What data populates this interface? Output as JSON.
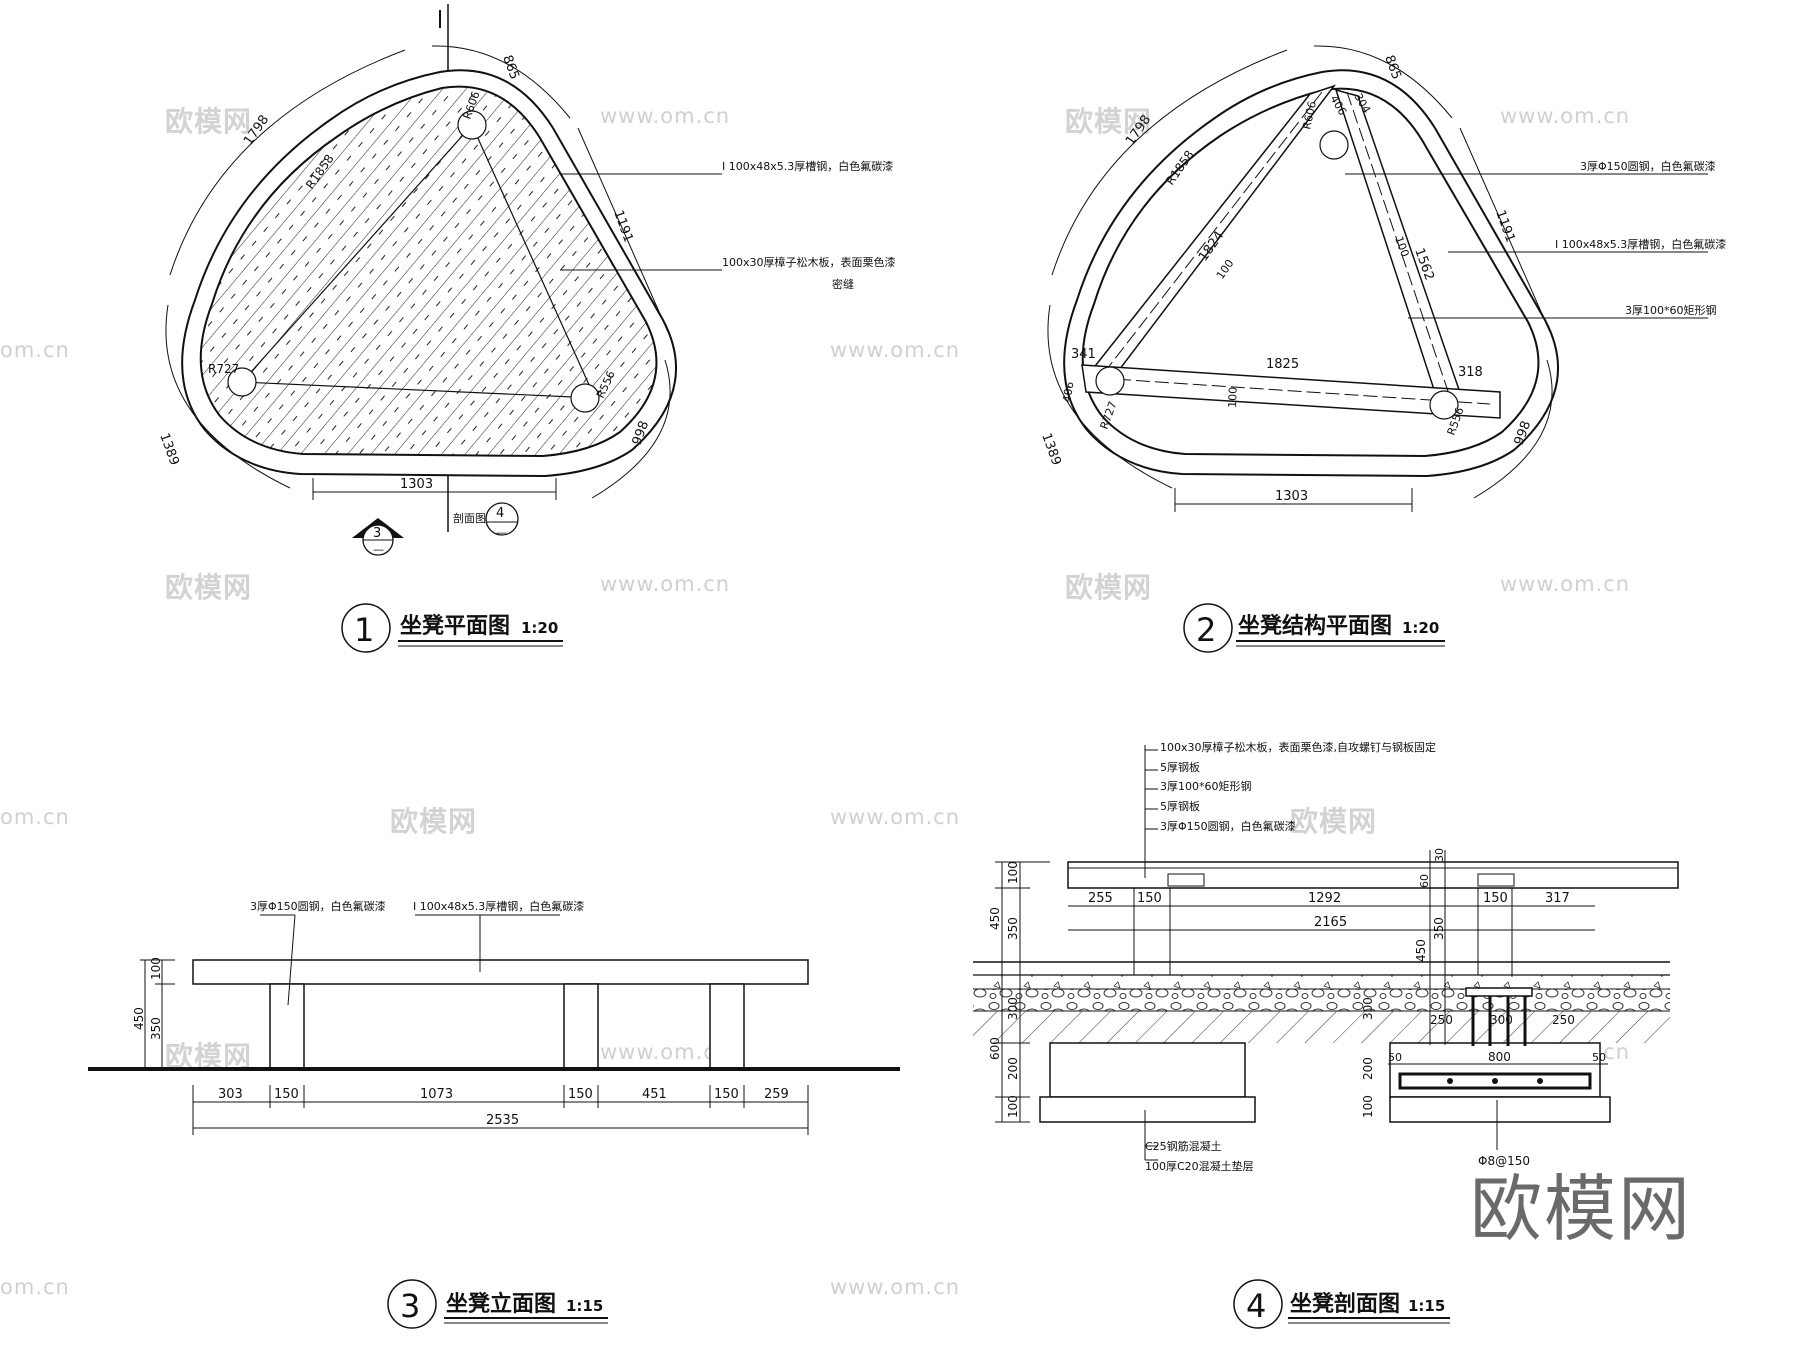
{
  "watermark": {
    "site": "www.om.cn",
    "site_cut": "om.cn",
    "brand": "欧模网"
  },
  "plan": {
    "title": "坐凳平面图",
    "scale": "1:20",
    "num": "1",
    "dims": {
      "arc_left_top": "1798",
      "arc_top": "865",
      "radius_big": "R1858",
      "radius_top": "R606",
      "side_right": "1191",
      "radius_left": "R727",
      "radius_right": "R556",
      "arc_left_bottom": "1389",
      "arc_right_bottom": "998",
      "bottom": "1303"
    },
    "notes": [
      "I 100x48x5.3厚槽钢，白色氟碳漆",
      "100x30厚樟子松木板，表面栗色漆",
      "密缝"
    ],
    "section_ref": {
      "label": "剖面图",
      "num": "4",
      "sheet": "—"
    },
    "elev_ref": {
      "num": "3",
      "sheet": "—"
    }
  },
  "struct": {
    "title": "坐凳结构平面图",
    "scale": "1:20",
    "num": "2",
    "dims": {
      "arc_left_top": "1798",
      "arc_top": "865",
      "radius_top": "R606",
      "dim_top_a": "406",
      "dim_top_b": "304",
      "radius_big": "R1858",
      "left_member": "1824",
      "left_width": "100",
      "right_width": "100",
      "right_member": "1562",
      "side_right": "1191",
      "d341": "341",
      "bottom_member": "1825",
      "d318": "318",
      "d406": "406",
      "bottom_width": "100",
      "radius_left": "R727",
      "radius_right": "R556",
      "arc_left_bottom": "1389",
      "arc_right_bottom": "998",
      "bottom": "1303"
    },
    "notes": [
      "3厚Φ150圆钢，白色氟碳漆",
      "I 100x48x5.3厚槽钢，白色氟碳漆",
      "3厚100*60矩形钢"
    ]
  },
  "elev": {
    "title": "坐凳立面图",
    "scale": "1:15",
    "num": "3",
    "notes": [
      "3厚Φ150圆钢，白色氟碳漆",
      "I 100x48x5.3厚槽钢，白色氟碳漆"
    ],
    "vdims": {
      "h100": "100",
      "h350": "350",
      "h450": "450"
    },
    "hdims": [
      "303",
      "150",
      "1073",
      "150",
      "451",
      "150",
      "259"
    ],
    "total": "2535"
  },
  "sect": {
    "title": "坐凳剖面图",
    "scale": "1:15",
    "num": "4",
    "notes": [
      "100x30厚樟子松木板，表面栗色漆,自攻螺钉与钢板固定",
      "5厚钢板",
      "3厚100*60矩形钢",
      "5厚钢板",
      "3厚Φ150圆钢，白色氟碳漆"
    ],
    "left_vdims": {
      "h100": "100",
      "h350": "350",
      "h450": "450",
      "h300": "300",
      "h600": "600",
      "h200": "200",
      "h100b": "100"
    },
    "top_hdims": [
      "255",
      "150",
      "1292",
      "150",
      "317"
    ],
    "total": "2165",
    "mid_vdims": {
      "v30": "30",
      "v60": "60",
      "v450": "450",
      "v350": "350",
      "v300": "300",
      "v200": "200",
      "v100": "100"
    },
    "footing_dims": {
      "a": "250",
      "b": "300",
      "c": "250",
      "w": "800",
      "l": "50",
      "r": "50"
    },
    "notes_bottom": [
      "C25钢筋混凝土",
      "100厚C20混凝土垫层"
    ],
    "rebar": "Φ8@150"
  }
}
